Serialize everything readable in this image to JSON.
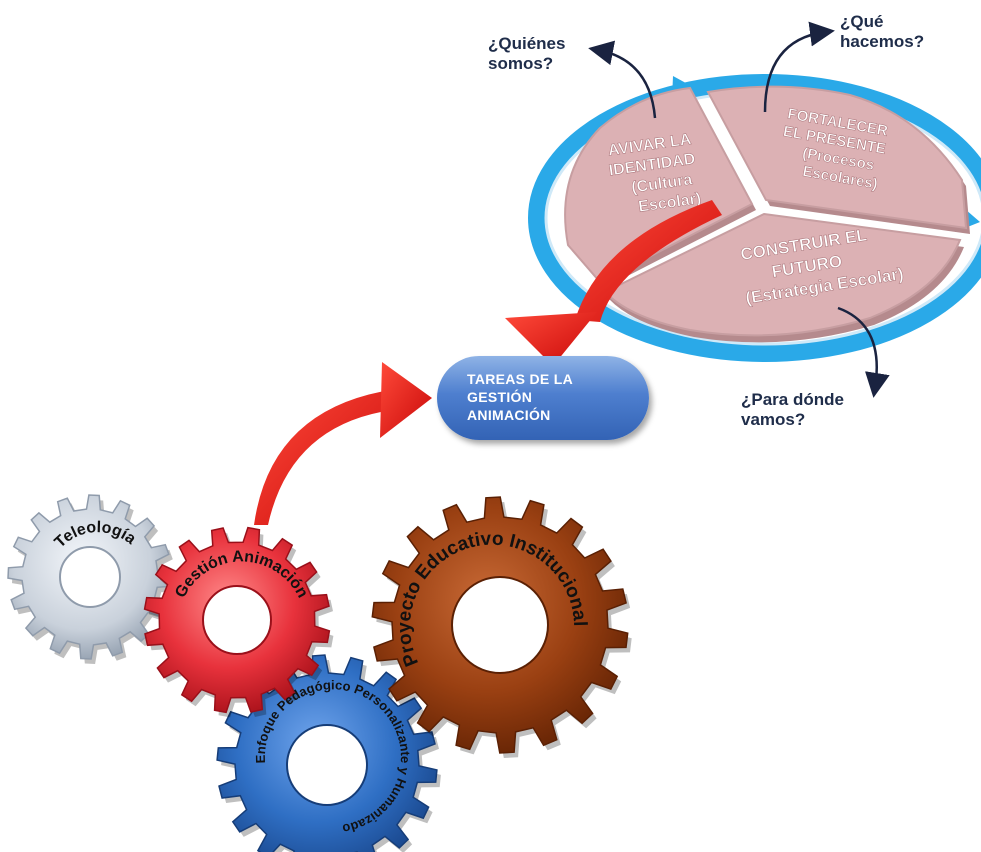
{
  "questions": {
    "who": "¿Quiénes\nsomos?",
    "what": "¿Qué\nhacemos?",
    "where": "¿Para dónde\nvamos?"
  },
  "segments": {
    "identity": [
      "AVIVAR LA",
      "IDENTIDAD",
      "(Cultura",
      "Escolar)"
    ],
    "present": [
      "FORTALECER",
      "EL PRESENTE",
      "(Procesos",
      "Escolares)"
    ],
    "future": [
      "CONSTRUIR EL",
      "FUTURO",
      "(Estrategia Escolar)"
    ]
  },
  "central": {
    "label": "TAREAS DE LA\nGESTIÓN\nANIMACIÓN"
  },
  "gears": {
    "teleologia": "Teleología",
    "gestion": "Gestión Animación",
    "proyecto": "Proyecto Educativo Institucional",
    "enfoque": "Enfoque Pedagógico Personalizante y Humanizador"
  },
  "colors": {
    "ring": "#2aa9e8",
    "segment": "#dcb1b4",
    "pill": "#3f6fc2",
    "arrow": "#e01010",
    "gear_gray": "#c7cfd9",
    "gear_red": "#e0303a",
    "gear_brown": "#9a4012",
    "gear_blue": "#2f6fc4"
  }
}
